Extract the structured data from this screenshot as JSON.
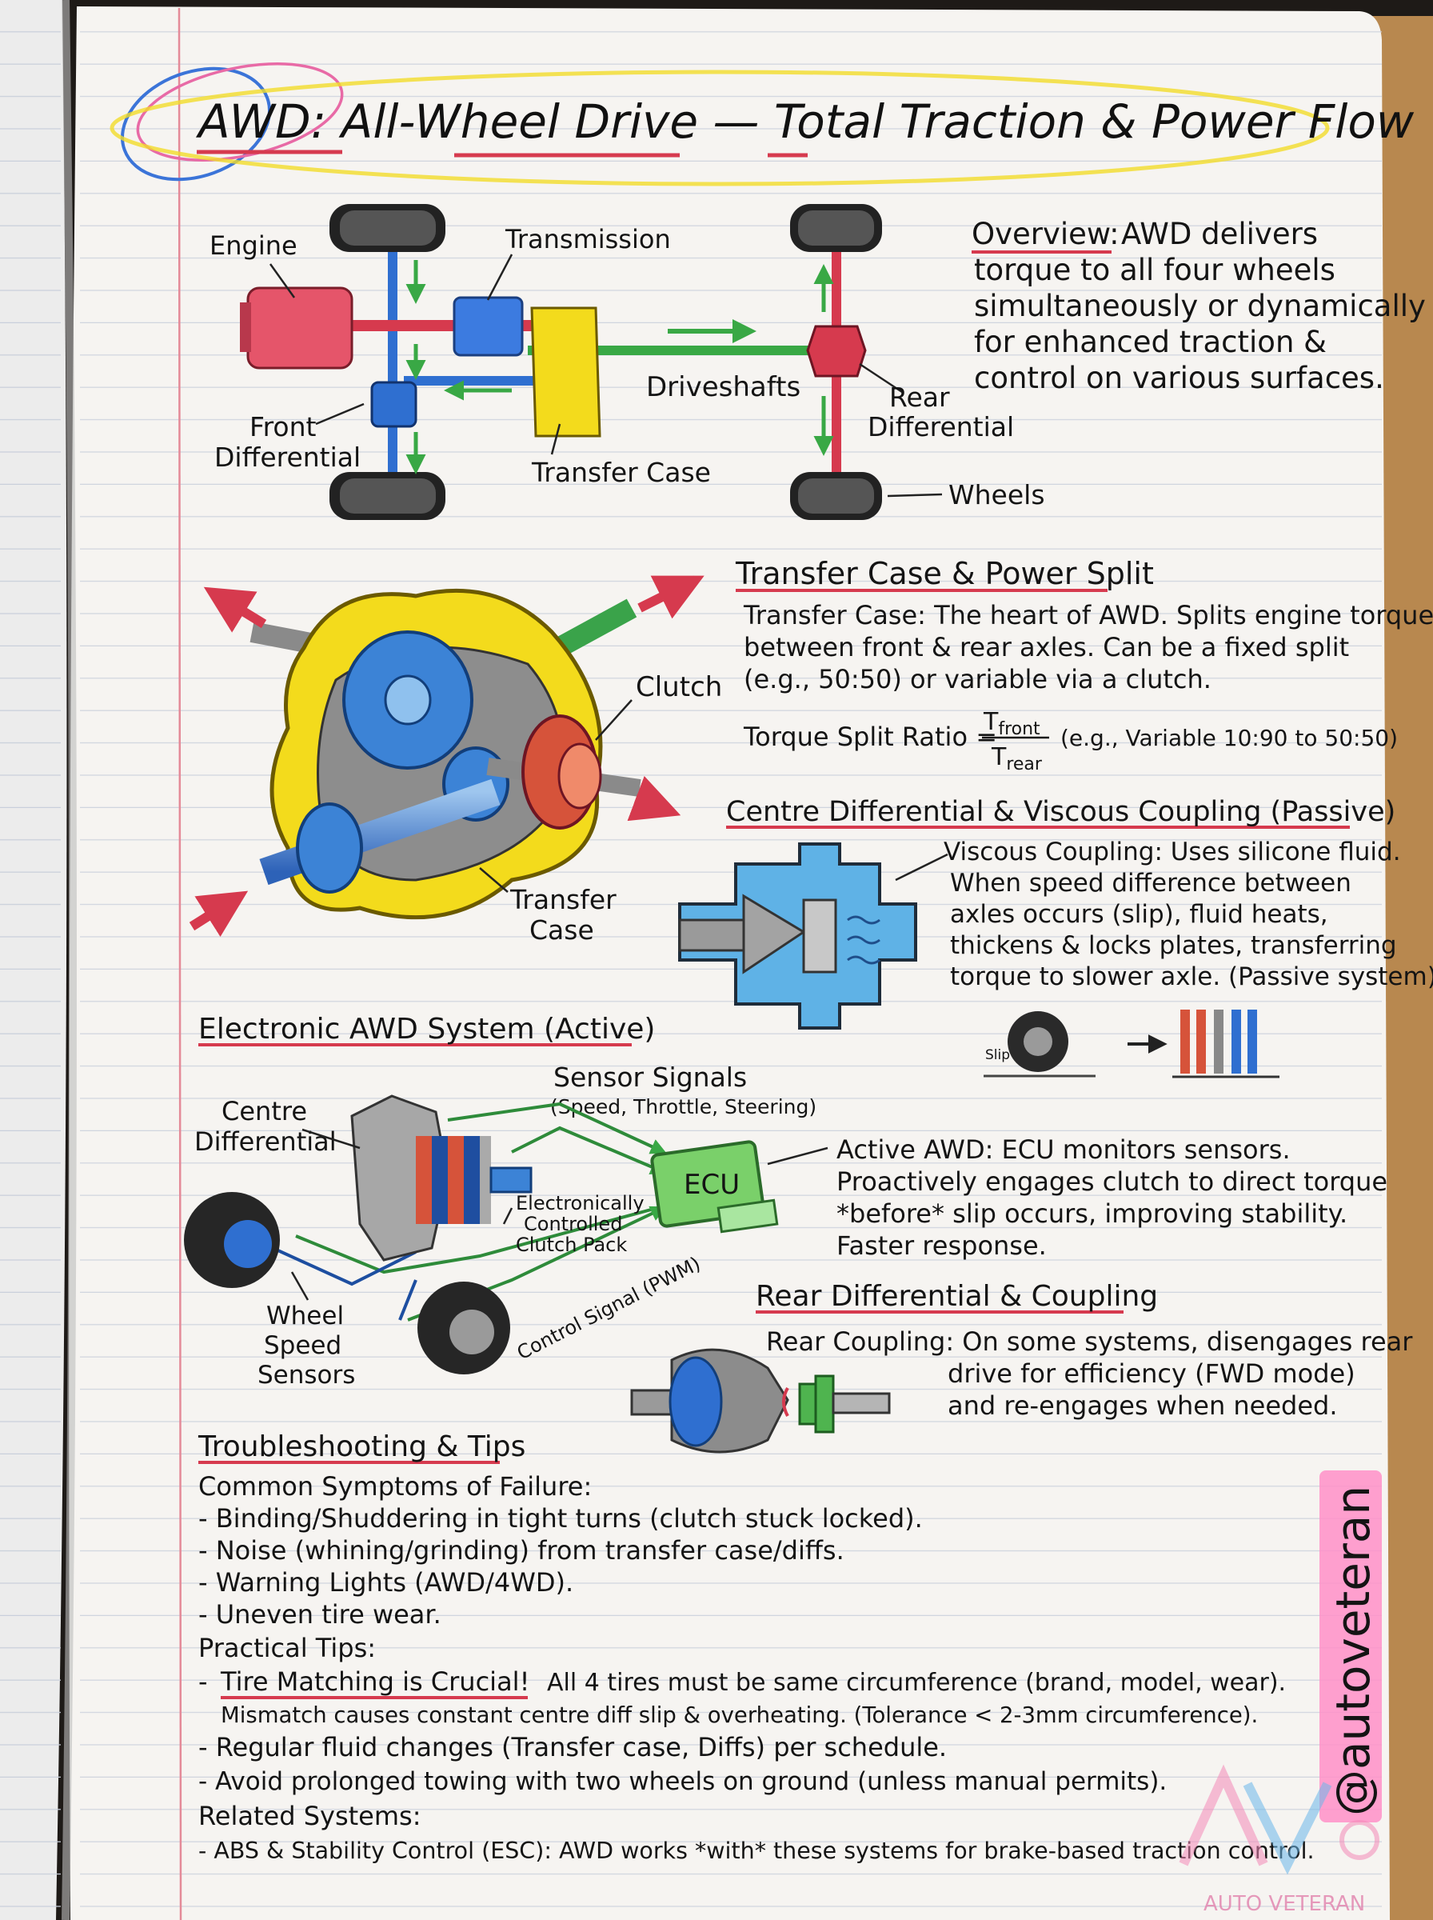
{
  "title": "AWD: All-Wheel Drive — Total Traction & Power Flow",
  "drivetrain": {
    "labels": {
      "engine": "Engine",
      "transmission": "Transmission",
      "driveshafts": "Driveshafts",
      "front_diff": [
        "Front",
        "Differential"
      ],
      "transfer_case": "Transfer Case",
      "rear_diff": [
        "Rear",
        "Differential"
      ],
      "wheels": "Wheels"
    }
  },
  "overview": {
    "heading": "Overview:",
    "lines": [
      "AWD delivers",
      "torque to all four wheels",
      "simultaneously or dynamically",
      "for enhanced traction &",
      "control on various surfaces."
    ]
  },
  "transfer_case_section": {
    "heading": "Transfer Case & Power Split",
    "lines": [
      "Transfer Case: The heart of AWD. Splits engine torque",
      "between front & rear axles. Can be a fixed split",
      "(e.g., 50:50) or variable via a clutch."
    ],
    "formula": {
      "lhs": "Torque Split Ratio =",
      "numerator": "T",
      "numerator_sub": "front",
      "denominator": "T",
      "denominator_sub": "rear",
      "note": "(e.g., Variable 10:90 to 50:50)"
    },
    "clutch_label": "Clutch",
    "case_label": [
      "Transfer",
      "Case"
    ]
  },
  "viscous_section": {
    "heading": "Centre Differential & Viscous Coupling (Passive)",
    "lines": [
      "Viscous Coupling: Uses silicone fluid.",
      "When speed difference between",
      "axles occurs (slip), fluid heats,",
      "thickens & locks plates, transferring",
      "torque to slower axle. (Passive system)."
    ],
    "slip_label": "Slip"
  },
  "electronic_section": {
    "heading": "Electronic AWD System (Active)",
    "sensor_signals": "Sensor Signals",
    "sensor_signals_sub": "(Speed, Throttle, Steering)",
    "centre_diff": [
      "Centre",
      "Differential"
    ],
    "ecu": "ECU",
    "clutch_pack": [
      "Electronically",
      "Controlled",
      "Clutch Pack"
    ],
    "wheel_speed": [
      "Wheel",
      "Speed",
      "Sensors"
    ],
    "control_signal": "Control Signal (PWM)",
    "active_lines": [
      "Active AWD: ECU monitors sensors.",
      "Proactively engages clutch to direct torque",
      "*before* slip occurs, improving stability.",
      "Faster response."
    ]
  },
  "rear_section": {
    "heading": "Rear Differential & Coupling",
    "lines": [
      "Rear Coupling: On some systems, disengages rear",
      "drive for efficiency (FWD mode)",
      "and re-engages when needed."
    ]
  },
  "troubleshooting": {
    "heading": "Troubleshooting & Tips",
    "symptoms_heading": "Common Symptoms of Failure:",
    "symptoms": [
      "- Binding/Shuddering in tight turns (clutch stuck locked).",
      "- Noise (whining/grinding) from transfer case/diffs.",
      "- Warning Lights (AWD/4WD).",
      "- Uneven tire wear."
    ],
    "tips_heading": "Practical Tips:",
    "tip1_emph": "Tire Matching is Crucial!",
    "tip1_rest": "All 4 tires must be same circumference (brand, model, wear).",
    "tip1_line2": "Mismatch causes constant centre diff slip & overheating. (Tolerance < 2-3mm circumference).",
    "tips": [
      "- Regular fluid changes (Transfer case, Diffs) per schedule.",
      "- Avoid prolonged towing with two wheels on ground (unless manual permits)."
    ],
    "related_heading": "Related Systems:",
    "related": "- ABS & Stability Control (ESC): AWD works *with* these systems for brake-based traction control."
  },
  "watermark": {
    "handle": "@autoveteran",
    "brand": "AUTO VETERAN"
  },
  "colors": {
    "paper": "#f6f4f1",
    "rule_line": "#c9cfdb",
    "margin_line": "#e48a98",
    "highlight_pink": "#ff8fc8",
    "ink_red": "#d63a4e",
    "ink_blue": "#2f6fd0",
    "ink_green": "#39a845",
    "ink_yellow": "#f2dc2a"
  }
}
